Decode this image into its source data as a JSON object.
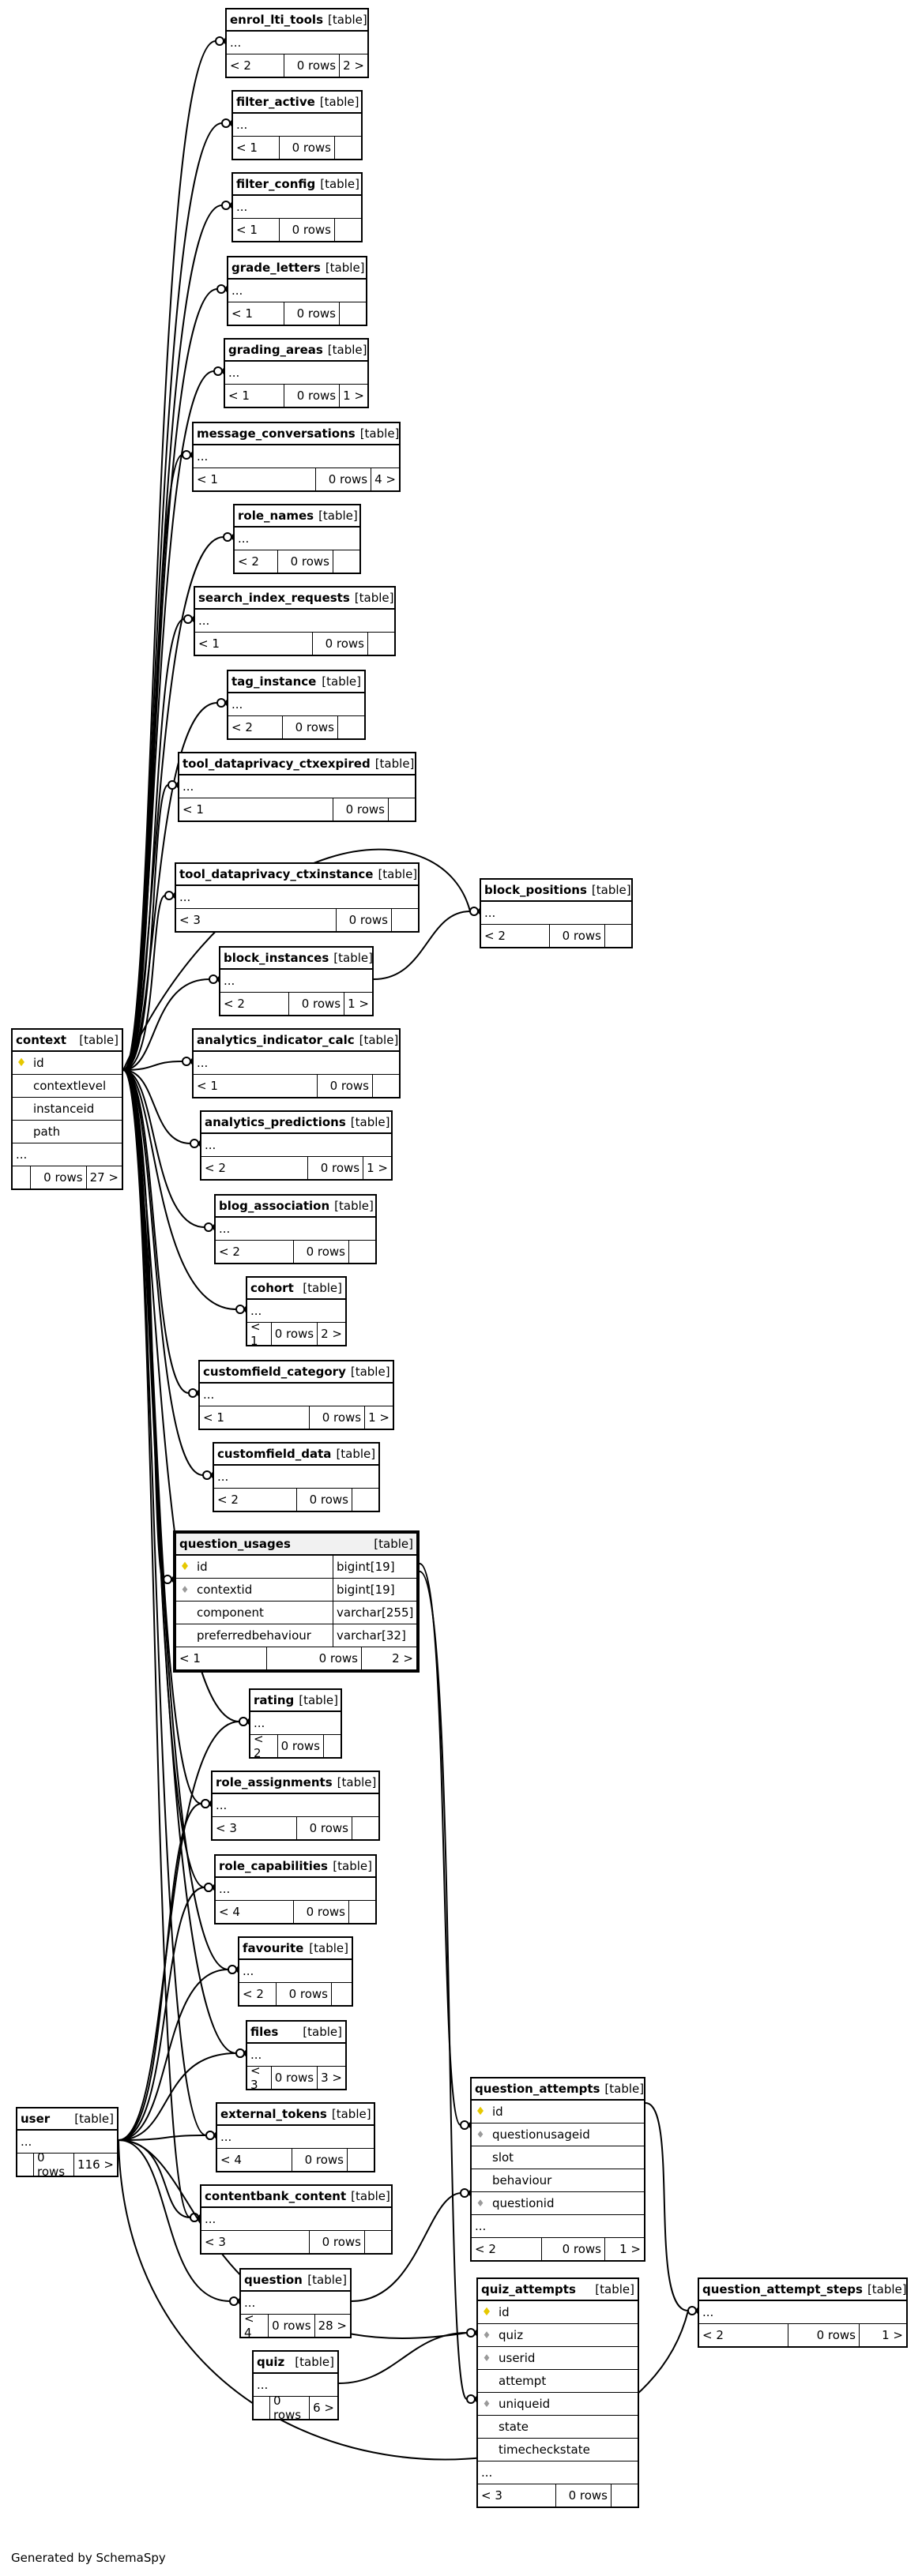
{
  "tables": {
    "enrol_lti_tools": {
      "name": "enrol_lti_tools",
      "type": "[table]",
      "foot": [
        "< 2",
        "0 rows",
        "2 >"
      ]
    },
    "filter_active": {
      "name": "filter_active",
      "type": "[table]",
      "foot": [
        "< 1",
        "0 rows",
        ""
      ]
    },
    "filter_config": {
      "name": "filter_config",
      "type": "[table]",
      "foot": [
        "< 1",
        "0 rows",
        ""
      ]
    },
    "grade_letters": {
      "name": "grade_letters",
      "type": "[table]",
      "foot": [
        "< 1",
        "0 rows",
        ""
      ]
    },
    "grading_areas": {
      "name": "grading_areas",
      "type": "[table]",
      "foot": [
        "< 1",
        "0 rows",
        "1 >"
      ]
    },
    "message_conversations": {
      "name": "message_conversations",
      "type": "[table]",
      "foot": [
        "< 1",
        "0 rows",
        "4 >"
      ]
    },
    "role_names": {
      "name": "role_names",
      "type": "[table]",
      "foot": [
        "< 2",
        "0 rows",
        ""
      ]
    },
    "search_index_requests": {
      "name": "search_index_requests",
      "type": "[table]",
      "foot": [
        "< 1",
        "0 rows",
        ""
      ]
    },
    "tag_instance": {
      "name": "tag_instance",
      "type": "[table]",
      "foot": [
        "< 2",
        "0 rows",
        ""
      ]
    },
    "tool_dataprivacy_ctxexpired": {
      "name": "tool_dataprivacy_ctxexpired",
      "type": "[table]",
      "foot": [
        "< 1",
        "0 rows",
        ""
      ]
    },
    "tool_dataprivacy_ctxinstance": {
      "name": "tool_dataprivacy_ctxinstance",
      "type": "[table]",
      "foot": [
        "< 3",
        "0 rows",
        ""
      ]
    },
    "block_positions": {
      "name": "block_positions",
      "type": "[table]",
      "foot": [
        "< 2",
        "0 rows",
        ""
      ]
    },
    "block_instances": {
      "name": "block_instances",
      "type": "[table]",
      "foot": [
        "< 2",
        "0 rows",
        "1 >"
      ]
    },
    "context": {
      "name": "context",
      "type": "[table]",
      "columns": [
        "id",
        "contextlevel",
        "instanceid",
        "path"
      ],
      "foot": [
        "",
        "0 rows",
        "27 >"
      ]
    },
    "analytics_indicator_calc": {
      "name": "analytics_indicator_calc",
      "type": "[table]",
      "foot": [
        "< 1",
        "0 rows",
        ""
      ]
    },
    "analytics_predictions": {
      "name": "analytics_predictions",
      "type": "[table]",
      "foot": [
        "< 2",
        "0 rows",
        "1 >"
      ]
    },
    "blog_association": {
      "name": "blog_association",
      "type": "[table]",
      "foot": [
        "< 2",
        "0 rows",
        ""
      ]
    },
    "cohort": {
      "name": "cohort",
      "type": "[table]",
      "foot": [
        "< 1",
        "0 rows",
        "2 >"
      ]
    },
    "customfield_category": {
      "name": "customfield_category",
      "type": "[table]",
      "foot": [
        "< 1",
        "0 rows",
        "1 >"
      ]
    },
    "customfield_data": {
      "name": "customfield_data",
      "type": "[table]",
      "foot": [
        "< 2",
        "0 rows",
        ""
      ]
    },
    "question_usages": {
      "name": "question_usages",
      "type": "[table]",
      "columns": [
        {
          "name": "id",
          "dtype": "bigint[19]"
        },
        {
          "name": "contextid",
          "dtype": "bigint[19]"
        },
        {
          "name": "component",
          "dtype": "varchar[255]"
        },
        {
          "name": "preferredbehaviour",
          "dtype": "varchar[32]"
        }
      ],
      "foot": [
        "< 1",
        "0 rows",
        "2 >"
      ]
    },
    "rating": {
      "name": "rating",
      "type": "[table]",
      "foot": [
        "< 2",
        "0 rows",
        ""
      ]
    },
    "role_assignments": {
      "name": "role_assignments",
      "type": "[table]",
      "foot": [
        "< 3",
        "0 rows",
        ""
      ]
    },
    "role_capabilities": {
      "name": "role_capabilities",
      "type": "[table]",
      "foot": [
        "< 4",
        "0 rows",
        ""
      ]
    },
    "favourite": {
      "name": "favourite",
      "type": "[table]",
      "foot": [
        "< 2",
        "0 rows",
        ""
      ]
    },
    "files": {
      "name": "files",
      "type": "[table]",
      "foot": [
        "< 3",
        "0 rows",
        "3 >"
      ]
    },
    "external_tokens": {
      "name": "external_tokens",
      "type": "[table]",
      "foot": [
        "< 4",
        "0 rows",
        ""
      ]
    },
    "contentbank_content": {
      "name": "contentbank_content",
      "type": "[table]",
      "foot": [
        "< 3",
        "0 rows",
        ""
      ]
    },
    "question": {
      "name": "question",
      "type": "[table]",
      "foot": [
        "< 4",
        "0 rows",
        "28 >"
      ]
    },
    "quiz": {
      "name": "quiz",
      "type": "[table]",
      "foot": [
        "",
        "0 rows",
        "6 >"
      ]
    },
    "user": {
      "name": "user",
      "type": "[table]",
      "foot": [
        "",
        "0 rows",
        "116 >"
      ]
    },
    "question_attempts": {
      "name": "question_attempts",
      "type": "[table]",
      "columns": [
        "id",
        "questionusageid",
        "slot",
        "behaviour",
        "questionid"
      ],
      "foot": [
        "< 2",
        "0 rows",
        "1 >"
      ]
    },
    "quiz_attempts": {
      "name": "quiz_attempts",
      "type": "[table]",
      "columns": [
        "id",
        "quiz",
        "userid",
        "attempt",
        "uniqueid",
        "state",
        "timecheckstate"
      ],
      "foot": [
        "< 3",
        "0 rows",
        ""
      ]
    },
    "question_attempt_steps": {
      "name": "question_attempt_steps",
      "type": "[table]",
      "foot": [
        "< 2",
        "0 rows",
        "1 >"
      ]
    }
  },
  "ellipsis": "...",
  "footer": {
    "generated": "Generated by SchemaSpy"
  },
  "colors": {
    "primary_key_icon": "#e6c800",
    "foreign_key_icon": "#9a9a9a",
    "line": "#000000"
  },
  "icons": {
    "primary_key": "key-icon",
    "foreign_key": "foreign-key-icon"
  }
}
